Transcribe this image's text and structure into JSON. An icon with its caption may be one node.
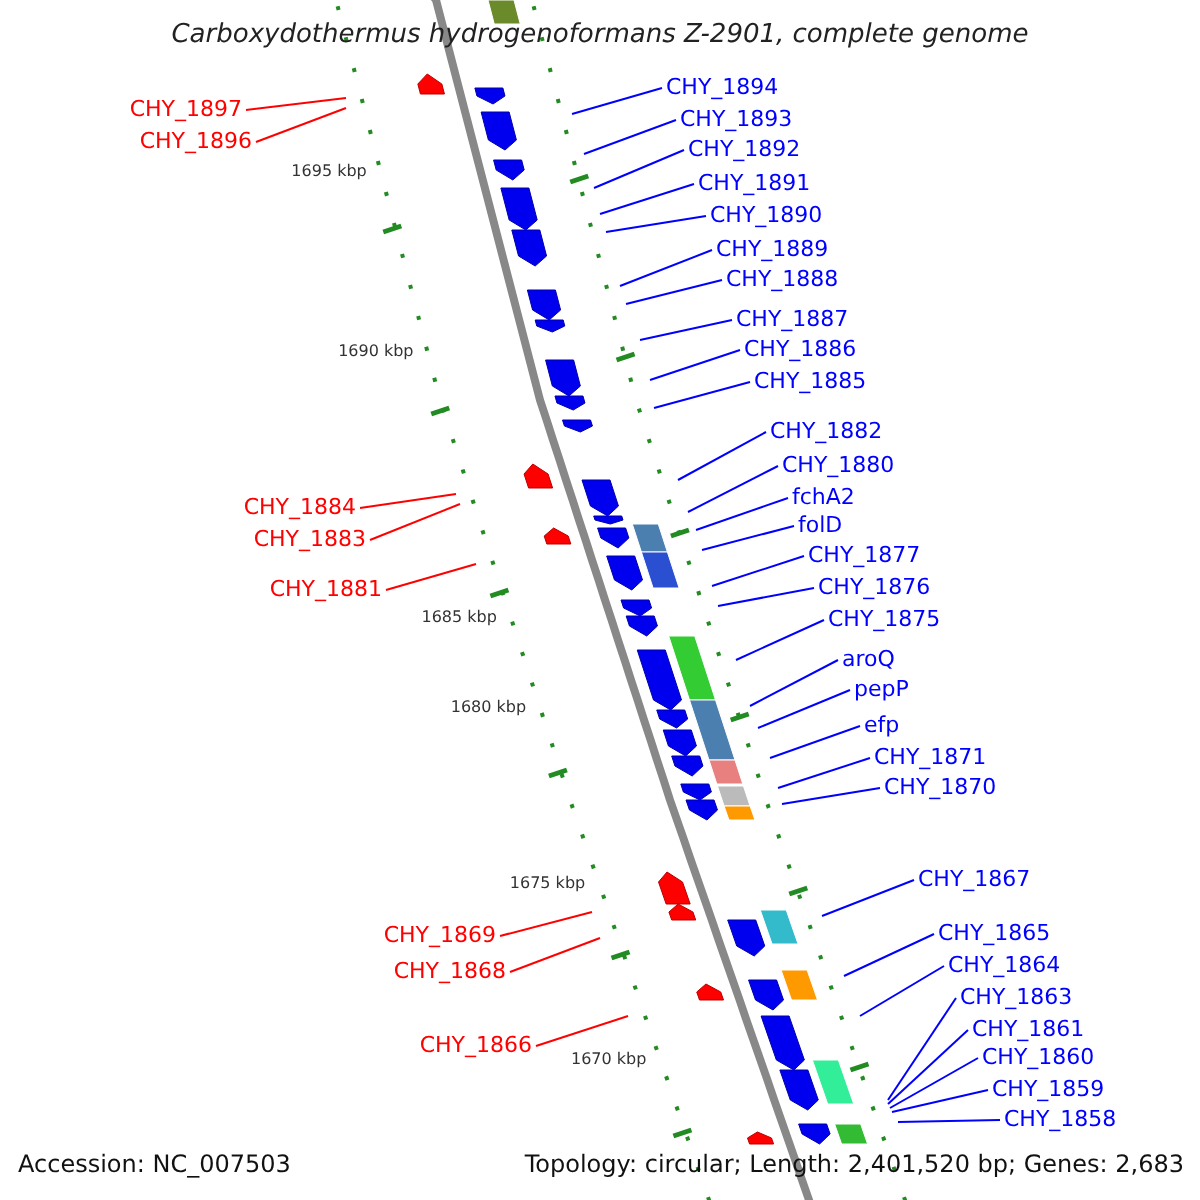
{
  "diagram": {
    "title": "Carboxydothermus hydrogenoformans Z-2901, complete genome",
    "nodes": [
      {
        "text": [
          "CHY_1894"
        ]
      },
      {
        "text": [
          "CHY_1897"
        ]
      },
      {
        "text": [
          "CHY_1893"
        ]
      },
      {
        "text": [
          "CHY_1896"
        ]
      },
      {
        "text": [
          "CHY_1892"
        ]
      },
      {
        "text": [
          "CHY_1891"
        ]
      },
      {
        "text": [
          "CHY_1890"
        ]
      },
      {
        "text": [
          "CHY_1889"
        ]
      },
      {
        "text": [
          "CHY_1888"
        ]
      },
      {
        "text": [
          "CHY_1887"
        ]
      },
      {
        "text": [
          "CHY_1886"
        ]
      },
      {
        "text": [
          "CHY_1885"
        ]
      },
      {
        "text": [
          "CHY_1882"
        ]
      },
      {
        "text": [
          "CHY_1880"
        ]
      },
      {
        "text": [
          "fchA2"
        ]
      },
      {
        "text": [
          "CHY_1884"
        ]
      },
      {
        "text": [
          "folD"
        ]
      },
      {
        "text": [
          "CHY_1883"
        ]
      },
      {
        "text": [
          "CHY_1877"
        ]
      },
      {
        "text": [
          "CHY_1876"
        ]
      },
      {
        "text": [
          "CHY_1881"
        ]
      },
      {
        "text": [
          "CHY_1875"
        ]
      },
      {
        "text": [
          "aroQ"
        ]
      },
      {
        "text": [
          "pepP"
        ]
      },
      {
        "text": [
          "efp"
        ]
      },
      {
        "text": [
          "CHY_1871"
        ]
      },
      {
        "text": [
          "CHY_1870"
        ]
      },
      {
        "text": [
          "CHY_1867"
        ]
      },
      {
        "text": [
          "CHY_1865"
        ]
      },
      {
        "text": [
          "CHY_1869"
        ]
      },
      {
        "text": [
          "CHY_1864"
        ]
      },
      {
        "text": [
          "CHY_1868"
        ]
      },
      {
        "text": [
          "CHY_1863"
        ]
      },
      {
        "text": [
          "CHY_1861"
        ]
      },
      {
        "text": [
          "CHY_1866"
        ]
      },
      {
        "text": [
          "CHY_1860"
        ]
      },
      {
        "text": [
          "CHY_1859"
        ]
      },
      {
        "text": [
          "CHY_1858"
        ]
      }
    ],
    "edges": [
      {
        "from": 0,
        "to": null,
        "arrow": "none"
      },
      {
        "from": 1,
        "to": null,
        "arrow": "none",
        "color": "#ff0000"
      },
      {
        "from": 2,
        "to": null,
        "arrow": "none"
      },
      {
        "from": 3,
        "to": null,
        "arrow": "none",
        "color": "#ff0000"
      },
      {
        "from": 4,
        "to": null,
        "arrow": "none"
      },
      {
        "from": 5,
        "to": null,
        "arrow": "none"
      },
      {
        "from": 6,
        "to": null,
        "arrow": "none"
      },
      {
        "from": 7,
        "to": null,
        "arrow": "none"
      },
      {
        "from": 8,
        "to": null,
        "arrow": "none"
      },
      {
        "from": 9,
        "to": null,
        "arrow": "none"
      },
      {
        "from": 10,
        "to": null,
        "arrow": "none"
      },
      {
        "from": 11,
        "to": null,
        "arrow": "none"
      },
      {
        "from": 12,
        "to": null,
        "arrow": "none"
      },
      {
        "from": 13,
        "to": null,
        "arrow": "none"
      },
      {
        "from": 14,
        "to": null,
        "arrow": "none"
      },
      {
        "from": 15,
        "to": null,
        "arrow": "none",
        "color": "#ff0000"
      },
      {
        "from": 16,
        "to": null,
        "arrow": "none"
      },
      {
        "from": 17,
        "to": null,
        "arrow": "none",
        "color": "#ff0000"
      },
      {
        "from": 18,
        "to": null,
        "arrow": "none"
      },
      {
        "from": 19,
        "to": null,
        "arrow": "none"
      },
      {
        "from": 20,
        "to": null,
        "arrow": "none",
        "color": "#ff0000"
      },
      {
        "from": 21,
        "to": null,
        "arrow": "none"
      },
      {
        "from": 22,
        "to": null,
        "arrow": "none"
      },
      {
        "from": 23,
        "to": null,
        "arrow": "none"
      },
      {
        "from": 24,
        "to": null,
        "arrow": "none"
      },
      {
        "from": 25,
        "to": null,
        "arrow": "none"
      },
      {
        "from": 26,
        "to": null,
        "arrow": "none"
      },
      {
        "from": 27,
        "to": null,
        "arrow": "none"
      },
      {
        "from": 28,
        "to": null,
        "arrow": "none"
      },
      {
        "from": 29,
        "to": null,
        "arrow": "none",
        "color": "#ff0000"
      },
      {
        "from": 30,
        "to": null,
        "arrow": "none"
      },
      {
        "from": 31,
        "to": null,
        "arrow": "none",
        "color": "#ff0000"
      },
      {
        "from": 32,
        "to": null,
        "arrow": "none"
      },
      {
        "from": 33,
        "to": null,
        "arrow": "none"
      },
      {
        "from": 34,
        "to": null,
        "arrow": "none",
        "color": "#ff0000"
      },
      {
        "from": 35,
        "to": null,
        "arrow": "none"
      },
      {
        "from": 36,
        "to": null,
        "arrow": "none"
      },
      {
        "from": 37,
        "to": null,
        "arrow": "none"
      }
    ],
    "labels": [
      "1695 kbp",
      "1690 kbp",
      "1685 kbp",
      "1680 kbp",
      "1675 kbp",
      "1670 kbp",
      "Accession: NC_007503",
      "Topology: circular; Length: 2,401,520 bp; Genes: 2,683"
    ]
  }
}
